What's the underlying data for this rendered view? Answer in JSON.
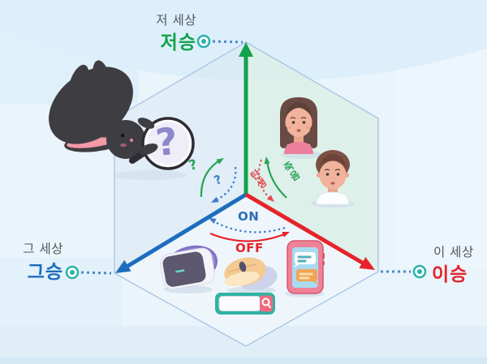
{
  "axes": {
    "afterlife": {
      "world": "저 세상",
      "realm": "저승",
      "color": "#13a24c"
    },
    "that_world": {
      "world": "그 세상",
      "realm": "그승",
      "color": "#1c6dbd"
    },
    "this_world": {
      "world": "이 세상",
      "realm": "이승",
      "color": "#e6232a"
    }
  },
  "transitions": {
    "death": {
      "label": "죽음",
      "color": "#2ba357",
      "style": "solid"
    },
    "birth": {
      "label": "탄생",
      "color": "#e04b50",
      "style": "dotted"
    },
    "switch_on": {
      "label": "ON",
      "color": "#2e6cb8",
      "style": "dotted"
    },
    "switch_off": {
      "label": "OFF",
      "color": "#e6232a",
      "style": "solid"
    },
    "unknown_to_afterlife": {
      "label": "?",
      "color": "#2ba357",
      "style": "solid"
    },
    "unknown_to_that_world": {
      "label": "?",
      "color": "#3d7cc9",
      "style": "dotted"
    }
  },
  "magnifier": {
    "question": "?"
  },
  "palette": {
    "background": "#e9f4fb",
    "hexagon_outline": "#a9c3e6",
    "afterworld_tint": "#dcefe6",
    "connector_blue": "#4f87cb",
    "target_dot_teal": "#2bb2ab"
  },
  "icons": {
    "target-dot-icon": "circled dot marker",
    "rabbit-illustration": "black rabbit diving",
    "magnifier-question-icon": "magnifying glass with question mark",
    "woman-avatar": "woman with bob hair, pink top",
    "man-avatar": "man with brown hair, white shirt",
    "vr-headset-icon": "purple VR headset",
    "computer-mouse-icon": "orange computer mouse",
    "smartphone-chat-icon": "pink phone with chat bubbles",
    "search-bar-icon": "teal search bar with pink button"
  }
}
